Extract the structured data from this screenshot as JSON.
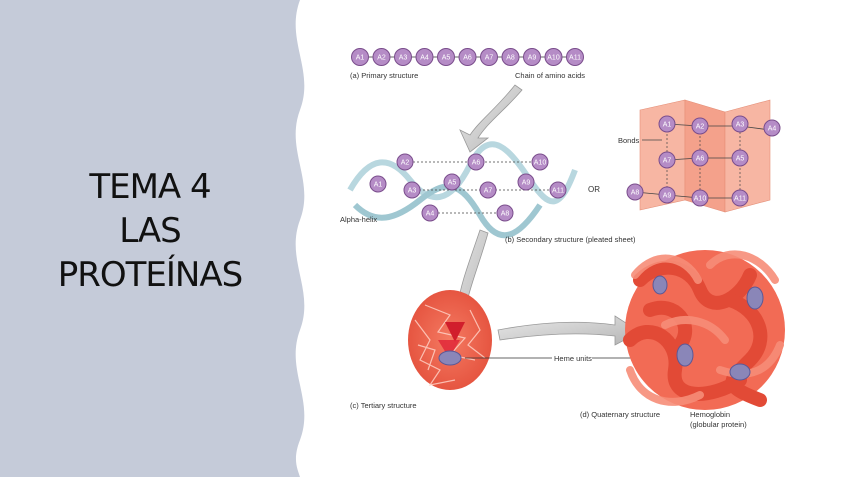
{
  "slide": {
    "title_lines": [
      "TEMA 4",
      "LAS",
      "PROTEÍNAS"
    ]
  },
  "colors": {
    "left_panel": "#c5cbd9",
    "node": "#b58cc6",
    "node_stroke": "#7a4d8c",
    "sheet": "#f6a58f",
    "protein": "#ee5f4a"
  },
  "figure": {
    "primary_nodes": [
      "A1",
      "A2",
      "A3",
      "A4",
      "A5",
      "A6",
      "A7",
      "A8",
      "A9",
      "A10",
      "A11"
    ],
    "primary_caption": "(a) Primary structure",
    "chain_caption": "Chain of amino acids",
    "helix_nodes": [
      "A1",
      "A2",
      "A3",
      "A4",
      "A5",
      "A6",
      "A7",
      "A8",
      "A9",
      "A10",
      "A11"
    ],
    "helix_caption": "Alpha-helix",
    "or_text": "OR",
    "bonds_label": "Bonds",
    "sheet_nodes": [
      "A1",
      "A2",
      "A3",
      "A4",
      "A5",
      "A6",
      "A7",
      "A8",
      "A9",
      "A10",
      "A11"
    ],
    "secondary_caption": "(b) Secondary structure (pleated sheet)",
    "heme_label": "Heme units",
    "tertiary_caption": "(c) Tertiary structure",
    "quaternary_caption": "(d) Quaternary structure",
    "hemoglobin_line1": "Hemoglobin",
    "hemoglobin_line2": "(globular protein)"
  }
}
